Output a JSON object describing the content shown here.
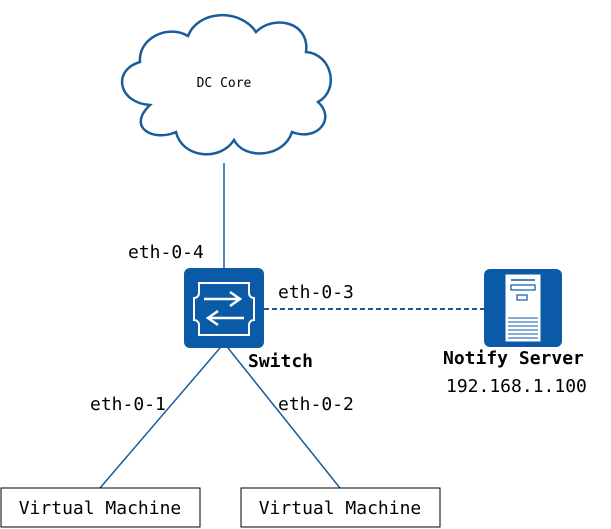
{
  "nodes": {
    "cloud": {
      "label": "DC Core",
      "icon": "cloud-icon"
    },
    "switch": {
      "label": "Switch",
      "icon": "switch-icon"
    },
    "server": {
      "label": "Notify Server",
      "ip": "192.168.1.100",
      "icon": "server-icon"
    },
    "vm1": {
      "label": "Virtual Machine"
    },
    "vm2": {
      "label": "Virtual Machine"
    }
  },
  "links": {
    "core": {
      "port": "eth-0-4"
    },
    "server": {
      "port": "eth-0-3"
    },
    "vm1": {
      "port": "eth-0-1"
    },
    "vm2": {
      "port": "eth-0-2"
    }
  },
  "colors": {
    "link": "#1a5c9c",
    "device": "#0a5aa8",
    "cloud_stroke": "#1a5c9c"
  }
}
